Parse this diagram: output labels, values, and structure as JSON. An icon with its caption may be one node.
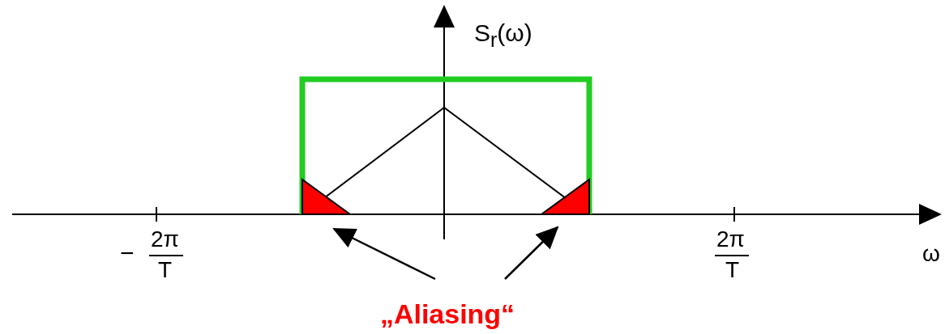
{
  "diagram": {
    "nodes": [
      {
        "text": [
          "„Aliasing“"
        ]
      },
      {
        "text": [],
        "shape": "triangle"
      },
      {
        "text": [],
        "shape": "triangle"
      }
    ],
    "edges": [
      {
        "from": 0,
        "to": 1,
        "arrow": "to"
      },
      {
        "from": 0,
        "to": 2,
        "arrow": "to"
      }
    ],
    "labels": [
      "S$_{r}$(ω)",
      "−",
      "2π",
      "T",
      "2π",
      "T",
      "ω"
    ]
  }
}
